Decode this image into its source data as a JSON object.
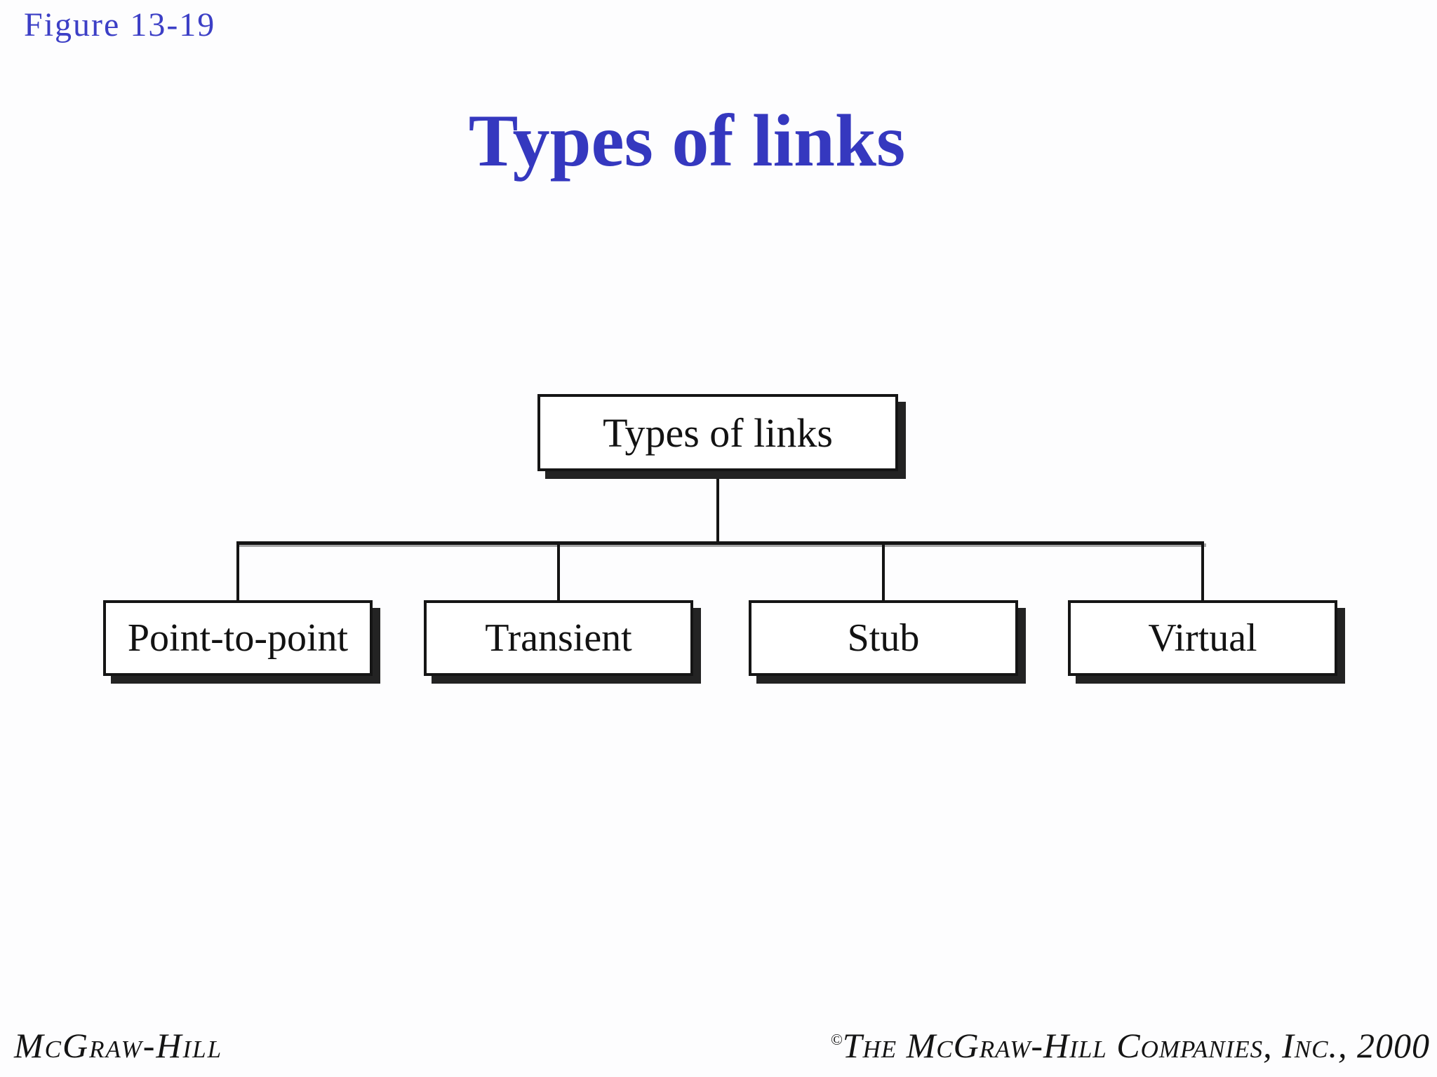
{
  "page": {
    "figure_label": "Figure  13-19",
    "title": "Types of links"
  },
  "diagram": {
    "type": "tree",
    "root": {
      "label": "Types of links"
    },
    "children": [
      {
        "label": "Point-to-point"
      },
      {
        "label": "Transient"
      },
      {
        "label": "Stub"
      },
      {
        "label": "Virtual"
      }
    ]
  },
  "footer": {
    "left": "McGraw-Hill",
    "copyright_symbol": "©",
    "right_text": "The McGraw-Hill Companies, Inc., 2000"
  },
  "colors": {
    "accent_blue": "#3538bf",
    "box_border": "#151515",
    "box_shadow": "#232323",
    "connector": "#141414",
    "background": "#fdfdfe"
  }
}
